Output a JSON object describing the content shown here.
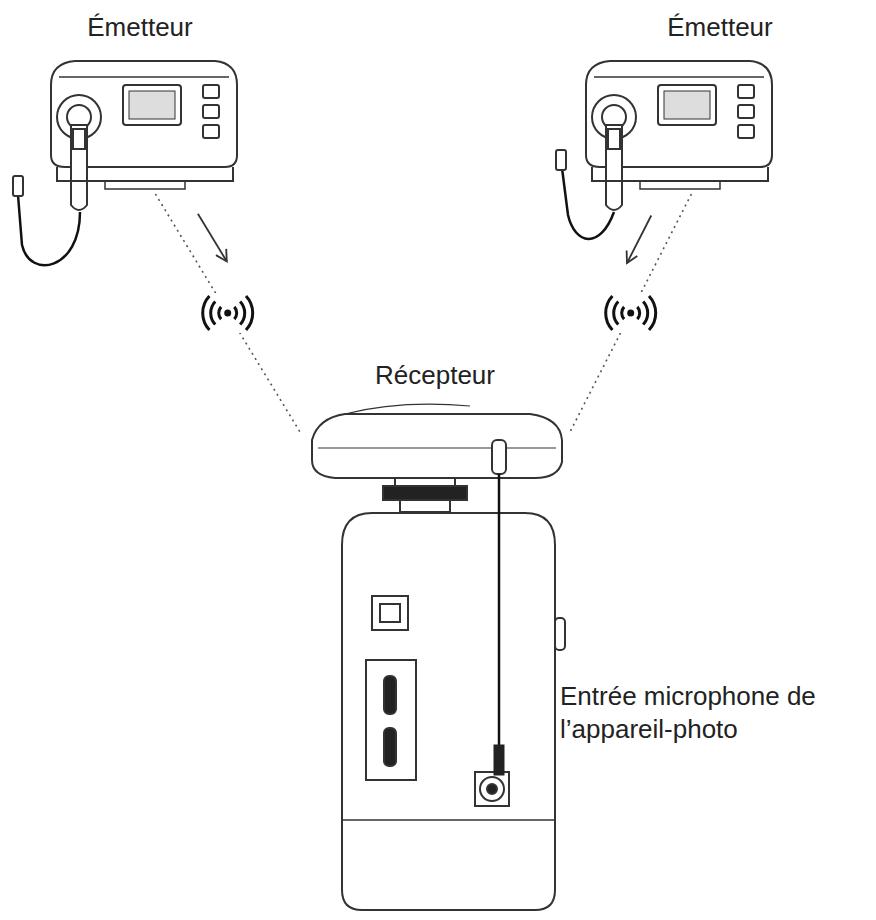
{
  "diagram": {
    "nodes": [
      {
        "text": [
          "Émetteur"
        ]
      },
      {
        "text": [
          "Émetteur"
        ]
      },
      {
        "text": [
          "Récepteur"
        ]
      }
    ],
    "edges": [
      {
        "from": 0,
        "to": 2,
        "arrow": "to"
      },
      {
        "from": 1,
        "to": 2,
        "arrow": "to"
      }
    ],
    "labels": [
      "Entrée microphone de l’appareil-photo"
    ]
  }
}
